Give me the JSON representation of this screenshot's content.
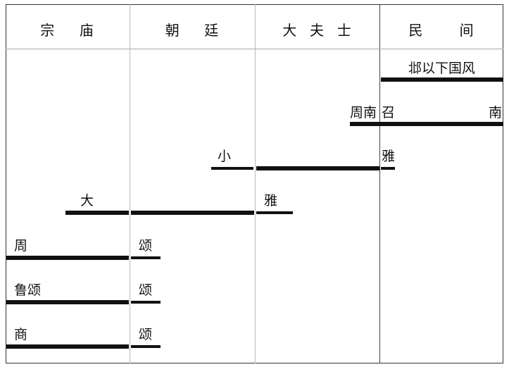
{
  "columns": [
    {
      "key": "zongmiao",
      "label": "宗    庙"
    },
    {
      "key": "chaoting",
      "label": "朝    廷"
    },
    {
      "key": "dafushi",
      "label": "大  夫  士"
    },
    {
      "key": "minjian",
      "label": "民      间"
    }
  ],
  "labels": {
    "bei_feng": "邶以下国风",
    "zhounan": "周南",
    "shao": "召",
    "nan": "南",
    "xiao": "小",
    "ya_small": "雅",
    "da": "大",
    "ya_large": "雅",
    "zhou": "周",
    "song_1": "颂",
    "lu_song": "鲁颂",
    "song_2": "颂",
    "shang": "商",
    "song_3": "颂"
  }
}
